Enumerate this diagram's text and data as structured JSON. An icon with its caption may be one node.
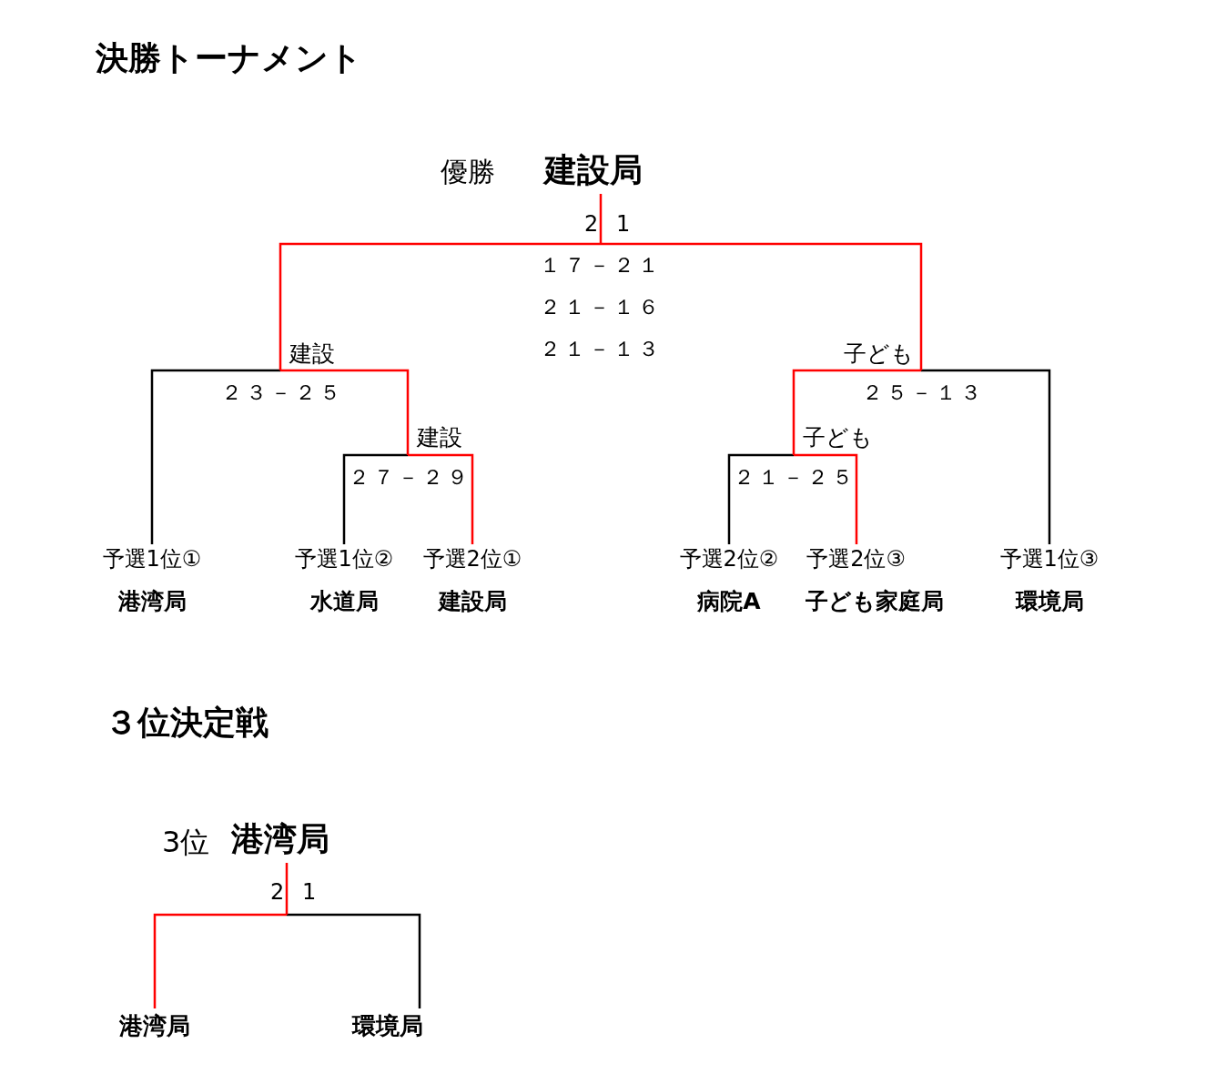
{
  "diagram": {
    "title": "決勝トーナメント",
    "nodes": [
      {
        "text": [
          "優勝",
          "建設局"
        ]
      },
      {
        "text": [
          "2 1"
        ],
        "beside": [
          "１７－２１",
          "２１－１６",
          "２１－１３"
        ]
      },
      {
        "text": [
          "建設"
        ],
        "beside": [
          "２３－２５"
        ]
      },
      {
        "text": [
          "子ども"
        ],
        "beside": [
          "２５－１３"
        ]
      },
      {
        "text": [
          "建設"
        ],
        "beside": [
          "２７－２９"
        ]
      },
      {
        "text": [
          "子ども"
        ],
        "beside": [
          "２１－２５"
        ]
      },
      {
        "text": [
          "予選1位①",
          "港湾局"
        ]
      },
      {
        "text": [
          "予選1位②",
          "水道局"
        ]
      },
      {
        "text": [
          "予選2位①",
          "建設局"
        ]
      },
      {
        "text": [
          "予選2位②",
          "病院A"
        ]
      },
      {
        "text": [
          "予選2位③",
          "子ども家庭局"
        ]
      },
      {
        "text": [
          "予選1位③",
          "環境局"
        ]
      },
      {
        "text": [
          "3位",
          "港湾局"
        ]
      },
      {
        "text": [
          "2 1"
        ]
      },
      {
        "text": [
          "港湾局"
        ]
      },
      {
        "text": [
          "環境局"
        ]
      }
    ],
    "edges": [
      {
        "from": 6,
        "to": 2,
        "arrow": "none",
        "color": "#000000"
      },
      {
        "from": 7,
        "to": 4,
        "arrow": "none",
        "color": "#000000"
      },
      {
        "from": 8,
        "to": 4,
        "arrow": "none"
      },
      {
        "from": 4,
        "to": 2,
        "arrow": "none"
      },
      {
        "from": 2,
        "to": 1,
        "arrow": "none"
      },
      {
        "from": 9,
        "to": 5,
        "arrow": "none",
        "color": "#000000"
      },
      {
        "from": 10,
        "to": 5,
        "arrow": "none"
      },
      {
        "from": 5,
        "to": 3,
        "arrow": "none"
      },
      {
        "from": 11,
        "to": 3,
        "arrow": "none",
        "color": "#000000"
      },
      {
        "from": 3,
        "to": 1,
        "arrow": "none"
      },
      {
        "from": 1,
        "to": 0,
        "arrow": "none"
      },
      {
        "from": 14,
        "to": 13,
        "arrow": "none"
      },
      {
        "from": 15,
        "to": 13,
        "arrow": "none",
        "color": "#000000"
      },
      {
        "from": 13,
        "to": 12,
        "arrow": "none"
      }
    ],
    "labels": [
      "３位決定戦"
    ]
  }
}
